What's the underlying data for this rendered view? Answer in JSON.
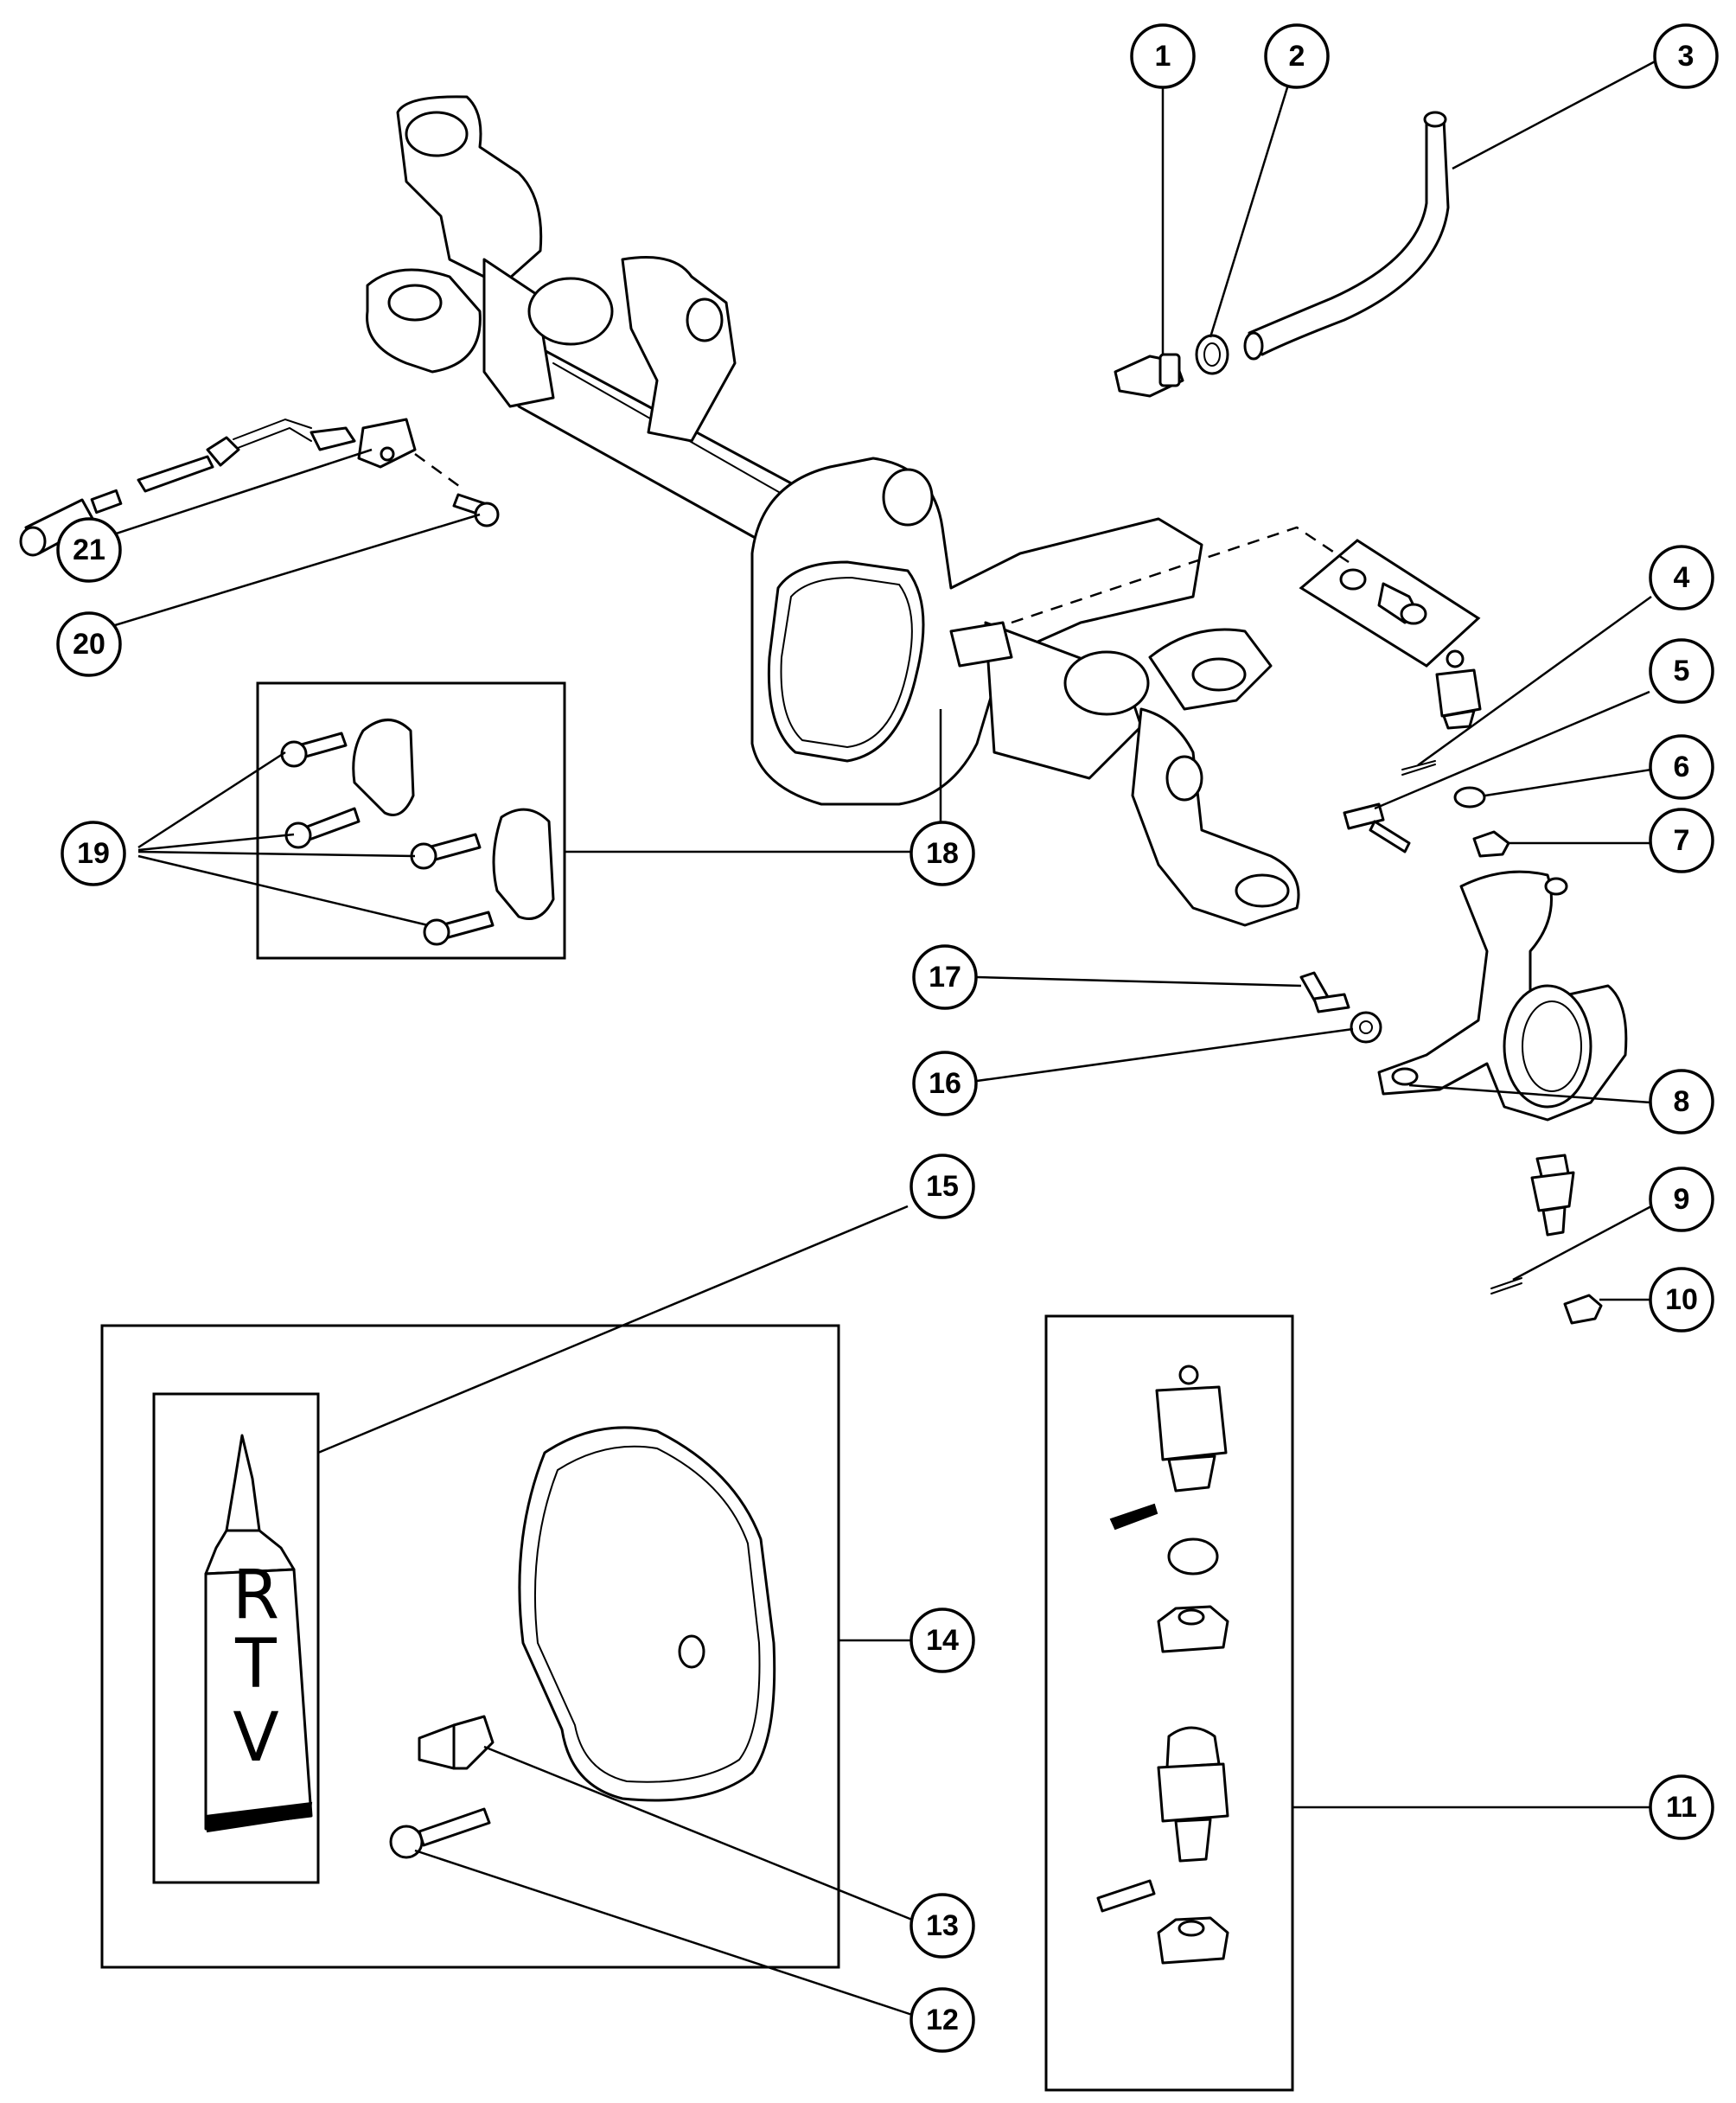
{
  "callouts": [
    {
      "id": "1",
      "label": "1"
    },
    {
      "id": "2",
      "label": "2"
    },
    {
      "id": "3",
      "label": "3"
    },
    {
      "id": "4",
      "label": "4"
    },
    {
      "id": "5",
      "label": "5"
    },
    {
      "id": "6",
      "label": "6"
    },
    {
      "id": "7",
      "label": "7"
    },
    {
      "id": "8",
      "label": "8"
    },
    {
      "id": "9",
      "label": "9"
    },
    {
      "id": "10",
      "label": "10"
    },
    {
      "id": "11",
      "label": "11"
    },
    {
      "id": "12",
      "label": "12"
    },
    {
      "id": "13",
      "label": "13"
    },
    {
      "id": "14",
      "label": "14"
    },
    {
      "id": "15",
      "label": "15"
    },
    {
      "id": "16",
      "label": "16"
    },
    {
      "id": "17",
      "label": "17"
    },
    {
      "id": "18",
      "label": "18"
    },
    {
      "id": "19",
      "label": "19"
    },
    {
      "id": "20",
      "label": "20"
    },
    {
      "id": "21",
      "label": "21"
    }
  ],
  "rtv_tube": {
    "letters": [
      "R",
      "T",
      "V"
    ]
  }
}
